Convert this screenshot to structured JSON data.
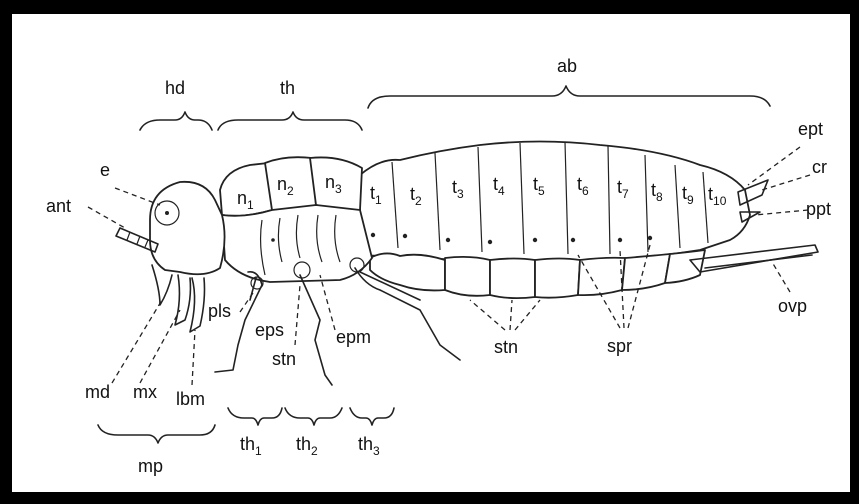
{
  "labels": {
    "hd": "hd",
    "th": "th",
    "ab": "ab",
    "e": "e",
    "ant": "ant",
    "ept": "ept",
    "cr": "cr",
    "ppt": "ppt",
    "ovp": "ovp",
    "pls": "pls",
    "eps": "eps",
    "stn": "stn",
    "epm": "epm",
    "stn_abd": "stn",
    "spr": "spr",
    "md": "md",
    "mx": "mx",
    "lbm": "lbm",
    "mp": "mp"
  },
  "notum": [
    {
      "base": "n",
      "sub": "1"
    },
    {
      "base": "n",
      "sub": "2"
    },
    {
      "base": "n",
      "sub": "3"
    }
  ],
  "tergites": [
    {
      "base": "t",
      "sub": "1"
    },
    {
      "base": "t",
      "sub": "2"
    },
    {
      "base": "t",
      "sub": "3"
    },
    {
      "base": "t",
      "sub": "4"
    },
    {
      "base": "t",
      "sub": "5"
    },
    {
      "base": "t",
      "sub": "6"
    },
    {
      "base": "t",
      "sub": "7"
    },
    {
      "base": "t",
      "sub": "8"
    },
    {
      "base": "t",
      "sub": "9"
    },
    {
      "base": "t",
      "sub": "10"
    }
  ],
  "thorax_segments": [
    {
      "base": "th",
      "sub": "1"
    },
    {
      "base": "th",
      "sub": "2"
    },
    {
      "base": "th",
      "sub": "3"
    }
  ]
}
